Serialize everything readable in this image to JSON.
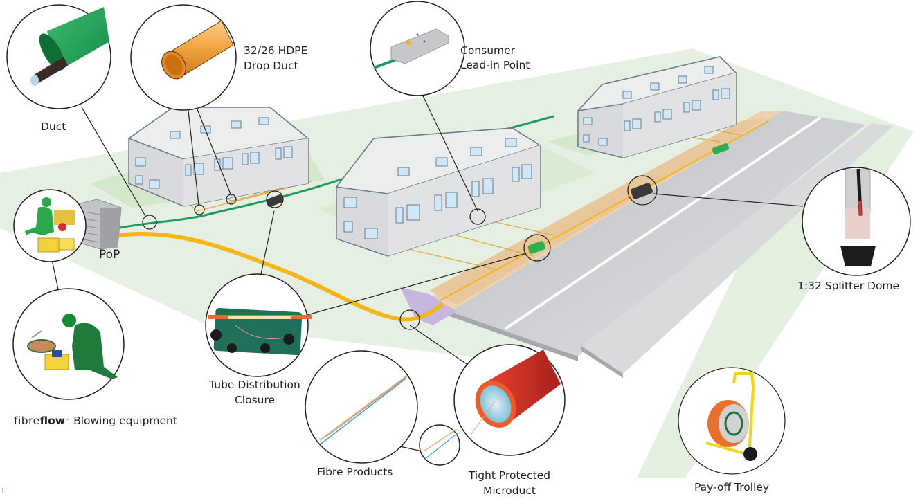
{
  "diagram": {
    "title_implicit": "",
    "colors": {
      "ground": "#e3efdf",
      "ground_dark": "#cfe6c8",
      "road": "#c9cacc",
      "road_light": "#dcdcde",
      "duct_green": "#1f9a62",
      "duct_yellow": "#f5b417",
      "trench": "#e8c79c",
      "building_wall": "#d7d9dc",
      "roof": "#e9eaec",
      "outline": "#231f20",
      "microduct_red": "#d9332a",
      "hdpe_orange": "#f0a23c"
    },
    "callouts": [
      {
        "id": "duct",
        "label": "Duct",
        "icon": "green-duct-icon"
      },
      {
        "id": "drop-duct",
        "label_line1": "32/26 HDPE",
        "label_line2": "Drop Duct",
        "icon": "orange-duct-icon"
      },
      {
        "id": "lead-in",
        "label_line1": "Consumer",
        "label_line2": "Lead-in Point",
        "icon": "lead-in-box-icon"
      },
      {
        "id": "pop",
        "label": "PoP",
        "icon": "cabinet-icon"
      },
      {
        "id": "blowing",
        "brand_part1": "fibre",
        "brand_part2": "flow",
        "trademark": "™",
        "label": "Blowing equipment",
        "icon": "worker-icon"
      },
      {
        "id": "closure",
        "label_line1": "Tube Distribution",
        "label_line2": "Closure",
        "icon": "closure-icon"
      },
      {
        "id": "splitter",
        "label": "1:32 Splitter Dome",
        "icon": "splitter-dome-icon"
      },
      {
        "id": "fibre",
        "label": "Fibre Products",
        "icon": "fibre-strands-icon"
      },
      {
        "id": "microduct",
        "label_line1": "Tight Protected",
        "label_line2": "Microduct",
        "icon": "microduct-icon"
      },
      {
        "id": "trolley",
        "label": "Pay-off Trolley",
        "icon": "trolley-icon"
      }
    ],
    "corner_mark": "U"
  }
}
